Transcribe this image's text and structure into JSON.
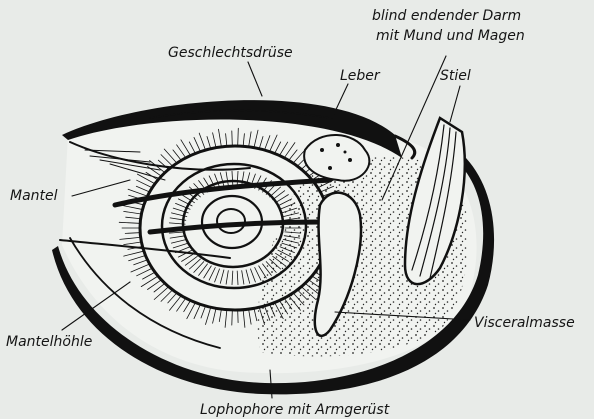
{
  "figure": {
    "labels": {
      "geschlechtsdruese": "Geschlechtsdrüse",
      "darm_line1": "blind endender Darm",
      "darm_line2": "mit Mund und Magen",
      "leber": "Leber",
      "stiel": "Stiel",
      "mantel": "Mantel",
      "mantelhoehle": "Mantelhöhle",
      "visceralmasse": "Visceralmasse",
      "lophophore": "Lophophore mit Armgerüst"
    },
    "colors": {
      "background": "#e8ebe8",
      "ink": "#111111",
      "interior": "#f1f3f0"
    }
  }
}
